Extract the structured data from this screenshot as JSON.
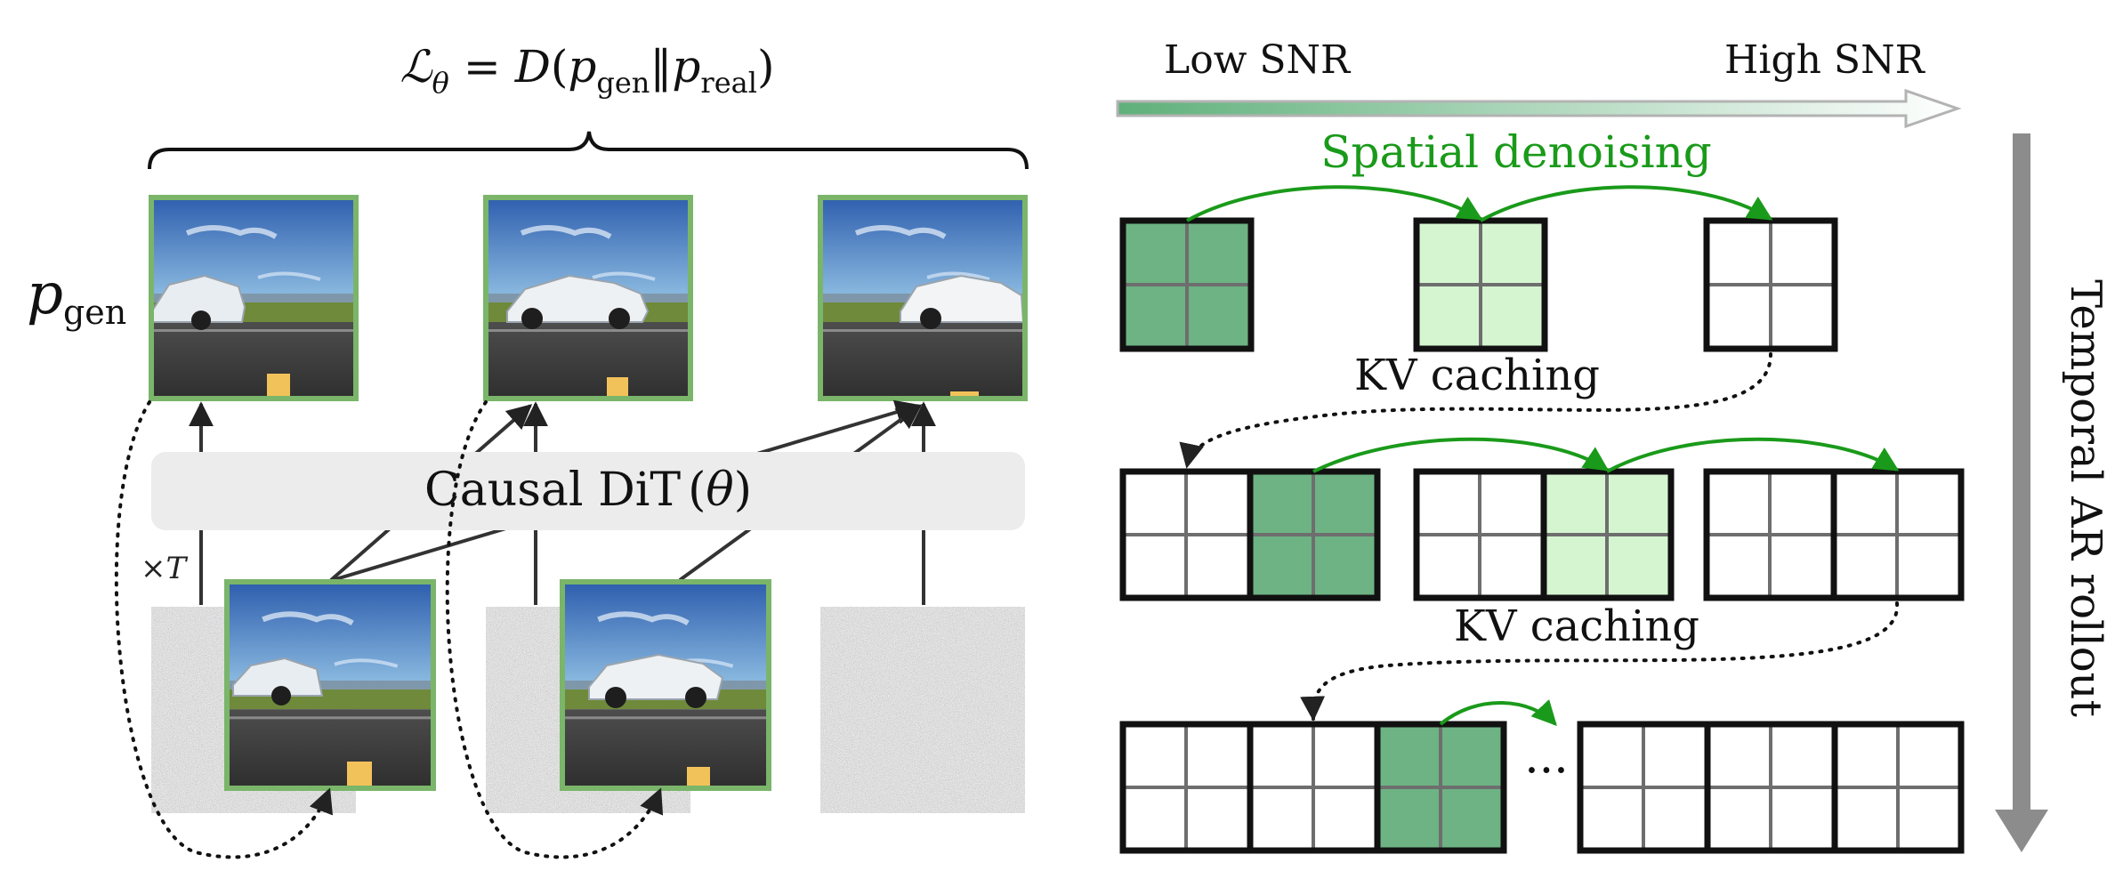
{
  "left_panel": {
    "loss_formula": {
      "lhs_main": "ℒ",
      "lhs_sub": "θ",
      "eq": "=",
      "func": "D",
      "open": "(",
      "p1": "p",
      "p1_sub": "gen",
      "sep": "‖",
      "p2": "p",
      "p2_sub": "real",
      "close": ")"
    },
    "pgen_label": {
      "main": "p",
      "sub": "gen"
    },
    "model_label": {
      "main": "Causal DiT",
      "paren_open": "(",
      "theta": "θ",
      "paren_close": ")"
    },
    "times_label": {
      "times": "×",
      "symbol": "T"
    },
    "frame_count": 3
  },
  "right_panel": {
    "snr_low": "Low SNR",
    "snr_high": "High SNR",
    "spatial_label": "Spatial denoising",
    "kv_label_1": "KV caching",
    "kv_label_2": "KV caching",
    "ellipsis": "···",
    "temporal_label": "Temporal AR rollout"
  },
  "colors": {
    "dark_green": "#6db384",
    "light_green": "#d5f5d0",
    "frame_green": "#7ab56a",
    "arrow_green": "#1a9a1a",
    "panel_gray": "#ececec",
    "grid_gray": "#6e6e6e",
    "rollout_gray": "#8c8c8c"
  }
}
